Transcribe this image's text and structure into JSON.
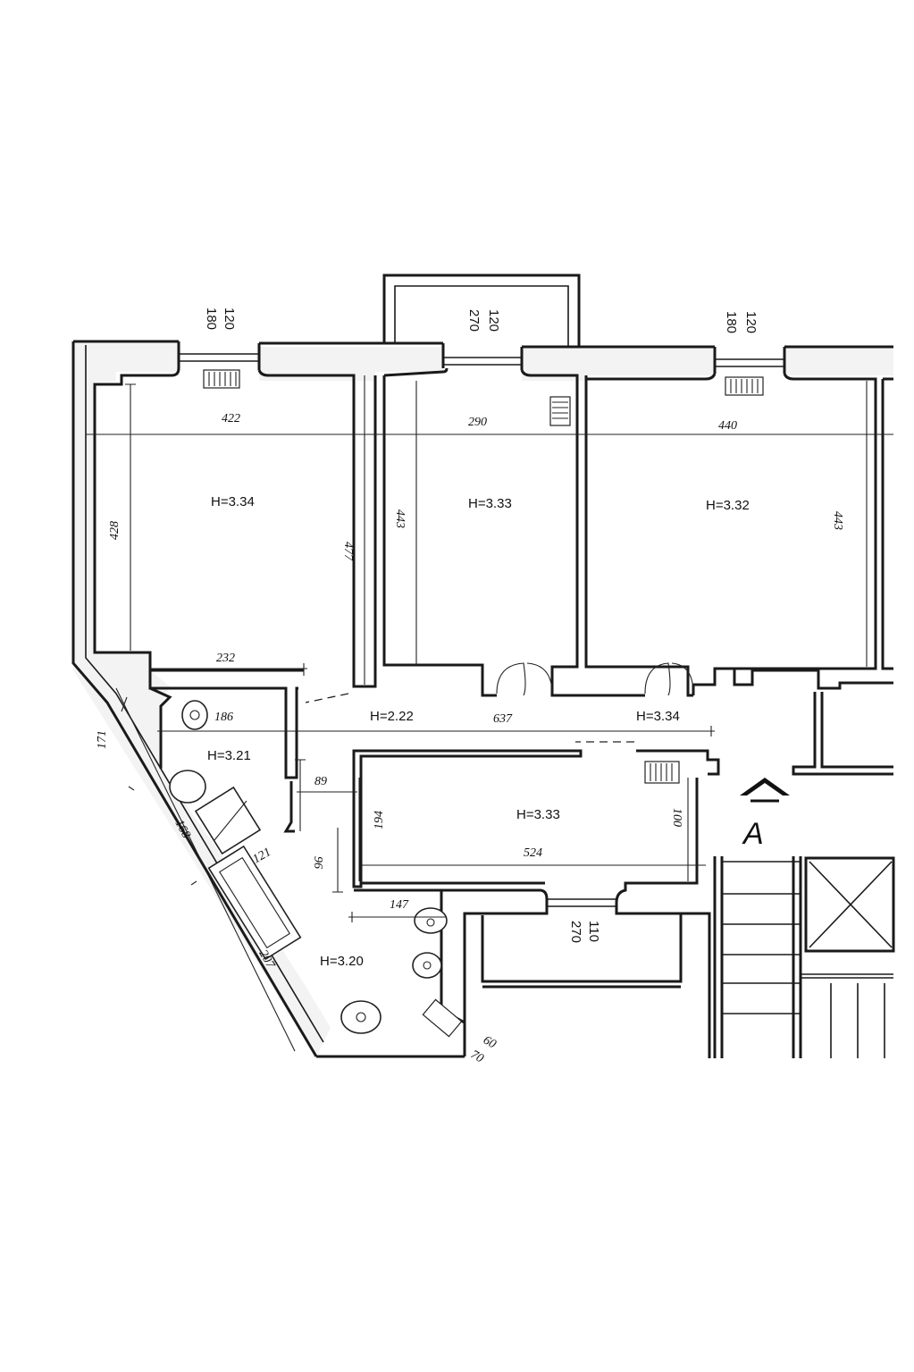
{
  "rooms": {
    "room1_height": "H=3.34",
    "room2_height": "H=3.33",
    "room3_height": "H=3.32",
    "corridor_height": "H=2.22",
    "hall_height": "H=3.34",
    "bath1_height": "H=3.21",
    "kitchen_height": "H=3.33",
    "bath2_height": "H=3.20"
  },
  "dimensions": {
    "room1_width": "422",
    "room1_depth_left": "428",
    "room1_depth_right": "477",
    "room1_bottom": "232",
    "room2_width": "290",
    "room2_depth": "443",
    "room3_width": "440",
    "room3_depth": "443",
    "corridor_length": "637",
    "bath1_width": "186",
    "bath1_side": "171",
    "door_gap": "89",
    "diag_lower": "168",
    "diag_outer": "207",
    "tub_width": "121",
    "small_96": "96",
    "kitchen_left": "194",
    "kitchen_right": "100",
    "kitchen_width": "524",
    "bath2_width": "147",
    "bottom_60": "60",
    "bottom_cut": "70"
  },
  "windows": {
    "w1_top": "120",
    "w1_bottom": "180",
    "w2_top": "120",
    "w2_bottom": "270",
    "w3_top": "120",
    "w3_bottom": "180",
    "w4_top": "110",
    "w4_bottom": "270"
  },
  "entrance": {
    "label": "A"
  }
}
